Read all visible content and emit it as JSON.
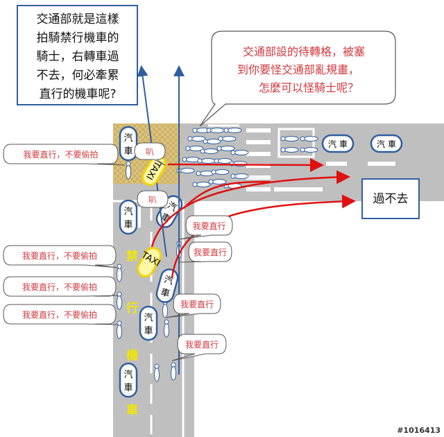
{
  "callouts": {
    "left_top": [
      "交通部就是這樣",
      "拍騎禁行機車的",
      "騎士，右轉車過",
      "不去，何必牽累",
      "直行的機車呢?"
    ],
    "right_top": [
      "交通部設的待轉格，被塞",
      "到你要怪交通部亂規畫，",
      "怎麼可以怪騎士呢？"
    ],
    "blocked": "過不去"
  },
  "bubbles": {
    "straight_no_photo": "我要直行，不要偷拍",
    "straight": "我要直行",
    "honk": "叭"
  },
  "vehicles": {
    "car": [
      "汽",
      "車"
    ],
    "taxi": "TAXI"
  },
  "lane_marking": [
    "禁",
    "行",
    "機",
    "車"
  ],
  "watermark": "#1016413",
  "colors": {
    "road": "#bfbfbf",
    "red_text": "#d0393e",
    "blue": "#2f5e9e",
    "yellow": "#f2e600",
    "arrow_red": "#e01010"
  }
}
